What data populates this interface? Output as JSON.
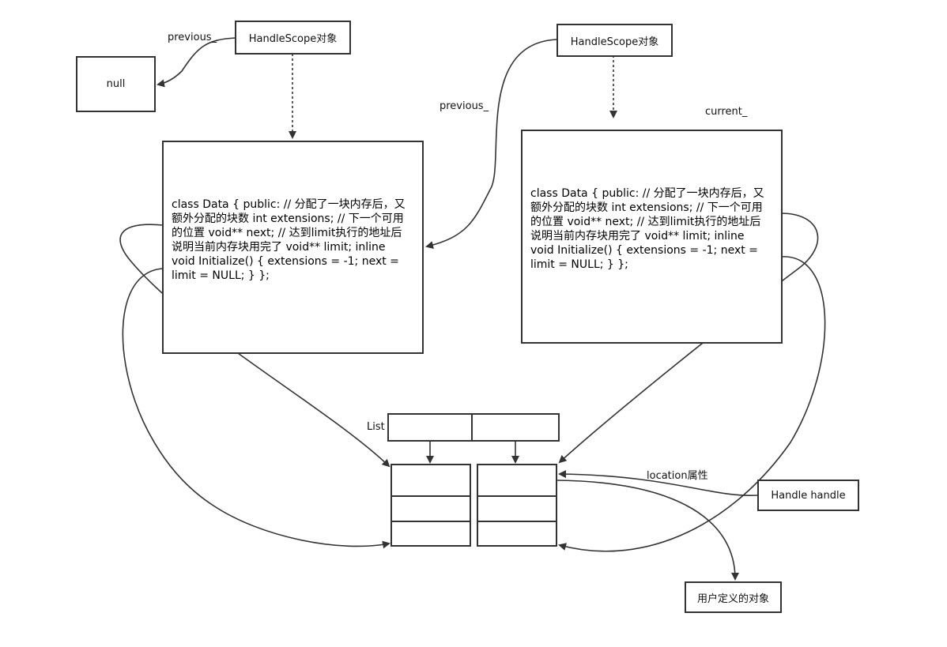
{
  "colors": {
    "stroke": "#333333",
    "background": "#ffffff",
    "text": "#111111"
  },
  "nodes": {
    "handlescope_left": "HandleScope对象",
    "handlescope_right": "HandleScope对象",
    "null_box": "null",
    "data_class": "class Data {    public:     // 分配了一块内存后，又额外分配的块数     int extensions;    // 下一个可用的位置     void** next;    // 达到limit执行的地址后说明当前内存块用完了     void** limit;    inline void Initialize()     {       extensions = -1;       next = limit = NULL;    }  };",
    "handle_handle": "Handle handle",
    "user_object": "用户定义的对象"
  },
  "edge_labels": {
    "previous_left": "previous_",
    "previous_right": "previous_",
    "current": "current_",
    "location": "location属性",
    "list": "List"
  }
}
